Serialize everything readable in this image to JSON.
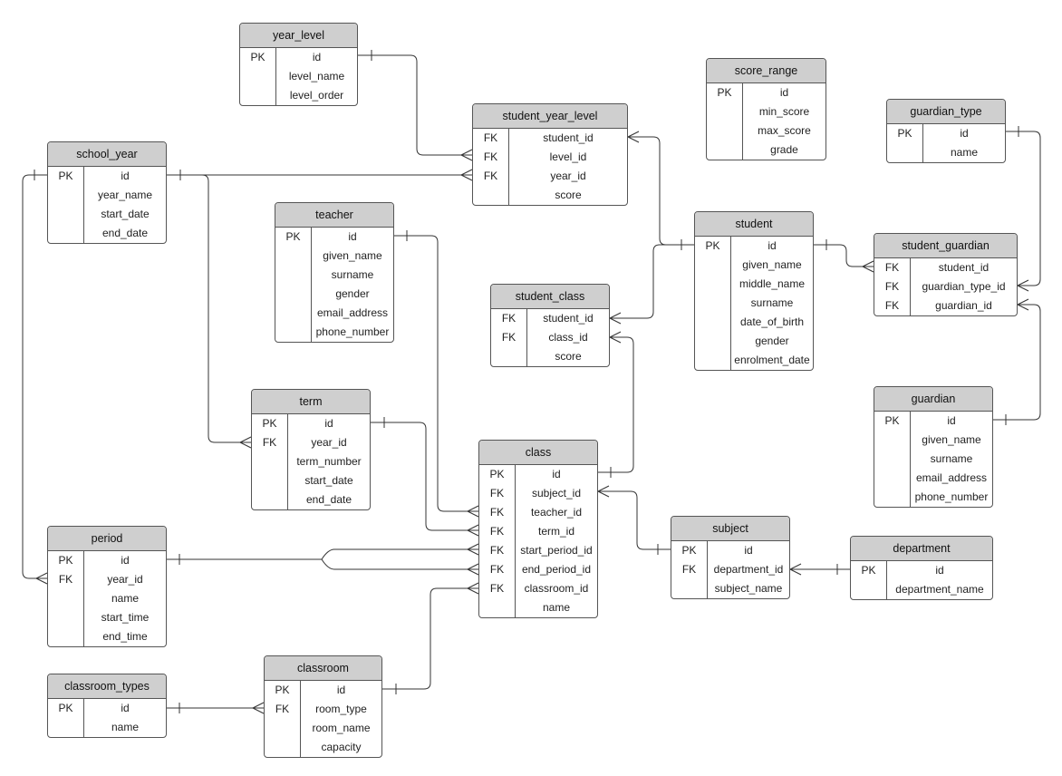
{
  "entities": {
    "year_level": {
      "title": "year_level",
      "rows": [
        {
          "key": "PK",
          "name": "id"
        },
        {
          "key": "",
          "name": "level_name"
        },
        {
          "key": "",
          "name": "level_order"
        }
      ]
    },
    "score_range": {
      "title": "score_range",
      "rows": [
        {
          "key": "PK",
          "name": "id"
        },
        {
          "key": "",
          "name": "min_score"
        },
        {
          "key": "",
          "name": "max_score"
        },
        {
          "key": "",
          "name": "grade"
        }
      ]
    },
    "guardian_type": {
      "title": "guardian_type",
      "rows": [
        {
          "key": "PK",
          "name": "id"
        },
        {
          "key": "",
          "name": "name"
        }
      ]
    },
    "student_year_level": {
      "title": "student_year_level",
      "rows": [
        {
          "key": "FK",
          "name": "student_id"
        },
        {
          "key": "FK",
          "name": "level_id"
        },
        {
          "key": "FK",
          "name": "year_id"
        },
        {
          "key": "",
          "name": "score"
        }
      ]
    },
    "school_year": {
      "title": "school_year",
      "rows": [
        {
          "key": "PK",
          "name": "id"
        },
        {
          "key": "",
          "name": "year_name"
        },
        {
          "key": "",
          "name": "start_date"
        },
        {
          "key": "",
          "name": "end_date"
        }
      ]
    },
    "teacher": {
      "title": "teacher",
      "rows": [
        {
          "key": "PK",
          "name": "id"
        },
        {
          "key": "",
          "name": "given_name"
        },
        {
          "key": "",
          "name": "surname"
        },
        {
          "key": "",
          "name": "gender"
        },
        {
          "key": "",
          "name": "email_address"
        },
        {
          "key": "",
          "name": "phone_number"
        }
      ]
    },
    "student": {
      "title": "student",
      "rows": [
        {
          "key": "PK",
          "name": "id"
        },
        {
          "key": "",
          "name": "given_name"
        },
        {
          "key": "",
          "name": "middle_name"
        },
        {
          "key": "",
          "name": "surname"
        },
        {
          "key": "",
          "name": "date_of_birth"
        },
        {
          "key": "",
          "name": "gender"
        },
        {
          "key": "",
          "name": "enrolment_date"
        }
      ]
    },
    "student_guardian": {
      "title": "student_guardian",
      "rows": [
        {
          "key": "FK",
          "name": "student_id"
        },
        {
          "key": "FK",
          "name": "guardian_type_id"
        },
        {
          "key": "FK",
          "name": "guardian_id"
        }
      ]
    },
    "student_class": {
      "title": "student_class",
      "rows": [
        {
          "key": "FK",
          "name": "student_id"
        },
        {
          "key": "FK",
          "name": "class_id"
        },
        {
          "key": "",
          "name": "score"
        }
      ]
    },
    "term": {
      "title": "term",
      "rows": [
        {
          "key": "PK",
          "name": "id"
        },
        {
          "key": "FK",
          "name": "year_id"
        },
        {
          "key": "",
          "name": "term_number"
        },
        {
          "key": "",
          "name": "start_date"
        },
        {
          "key": "",
          "name": "end_date"
        }
      ]
    },
    "guardian": {
      "title": "guardian",
      "rows": [
        {
          "key": "PK",
          "name": "id"
        },
        {
          "key": "",
          "name": "given_name"
        },
        {
          "key": "",
          "name": "surname"
        },
        {
          "key": "",
          "name": "email_address"
        },
        {
          "key": "",
          "name": "phone_number"
        }
      ]
    },
    "class": {
      "title": "class",
      "rows": [
        {
          "key": "PK",
          "name": "id"
        },
        {
          "key": "FK",
          "name": "subject_id"
        },
        {
          "key": "FK",
          "name": "teacher_id"
        },
        {
          "key": "FK",
          "name": "term_id"
        },
        {
          "key": "FK",
          "name": "start_period_id"
        },
        {
          "key": "FK",
          "name": "end_period_id"
        },
        {
          "key": "FK",
          "name": "classroom_id"
        },
        {
          "key": "",
          "name": "name"
        }
      ]
    },
    "subject": {
      "title": "subject",
      "rows": [
        {
          "key": "PK",
          "name": "id"
        },
        {
          "key": "FK",
          "name": "department_id"
        },
        {
          "key": "",
          "name": "subject_name"
        }
      ]
    },
    "department": {
      "title": "department",
      "rows": [
        {
          "key": "PK",
          "name": "id"
        },
        {
          "key": "",
          "name": "department_name"
        }
      ]
    },
    "period": {
      "title": "period",
      "rows": [
        {
          "key": "PK",
          "name": "id"
        },
        {
          "key": "FK",
          "name": "year_id"
        },
        {
          "key": "",
          "name": "name"
        },
        {
          "key": "",
          "name": "start_time"
        },
        {
          "key": "",
          "name": "end_time"
        }
      ]
    },
    "classroom_types": {
      "title": "classroom_types",
      "rows": [
        {
          "key": "PK",
          "name": "id"
        },
        {
          "key": "",
          "name": "name"
        }
      ]
    },
    "classroom": {
      "title": "classroom",
      "rows": [
        {
          "key": "PK",
          "name": "id"
        },
        {
          "key": "FK",
          "name": "room_type"
        },
        {
          "key": "",
          "name": "room_name"
        },
        {
          "key": "",
          "name": "capacity"
        }
      ]
    }
  },
  "relationships": [
    {
      "from": "year_level.id",
      "to": "student_year_level.level_id",
      "cardinality": "one-to-many"
    },
    {
      "from": "school_year.id",
      "to": "student_year_level.year_id",
      "cardinality": "one-to-many"
    },
    {
      "from": "student.id",
      "to": "student_year_level.student_id",
      "cardinality": "one-to-many"
    },
    {
      "from": "student.id",
      "to": "student_class.student_id",
      "cardinality": "one-to-many"
    },
    {
      "from": "student.id",
      "to": "student_guardian.student_id",
      "cardinality": "one-to-many"
    },
    {
      "from": "guardian_type.id",
      "to": "student_guardian.guardian_type_id",
      "cardinality": "one-to-many"
    },
    {
      "from": "guardian.id",
      "to": "student_guardian.guardian_id",
      "cardinality": "one-to-many"
    },
    {
      "from": "class.id",
      "to": "student_class.class_id",
      "cardinality": "one-to-many"
    },
    {
      "from": "school_year.id",
      "to": "term.year_id",
      "cardinality": "one-to-many"
    },
    {
      "from": "school_year.id",
      "to": "period.year_id",
      "cardinality": "one-to-many"
    },
    {
      "from": "teacher.id",
      "to": "class.teacher_id",
      "cardinality": "one-to-many"
    },
    {
      "from": "term.id",
      "to": "class.term_id",
      "cardinality": "one-to-many"
    },
    {
      "from": "period.id",
      "to": "class.start_period_id",
      "cardinality": "one-to-many"
    },
    {
      "from": "period.id",
      "to": "class.end_period_id",
      "cardinality": "one-to-many"
    },
    {
      "from": "classroom.id",
      "to": "class.classroom_id",
      "cardinality": "one-to-many"
    },
    {
      "from": "subject.id",
      "to": "class.subject_id",
      "cardinality": "one-to-many"
    },
    {
      "from": "department.id",
      "to": "subject.department_id",
      "cardinality": "one-to-many"
    },
    {
      "from": "classroom_types.id",
      "to": "classroom.room_type",
      "cardinality": "one-to-many"
    }
  ]
}
